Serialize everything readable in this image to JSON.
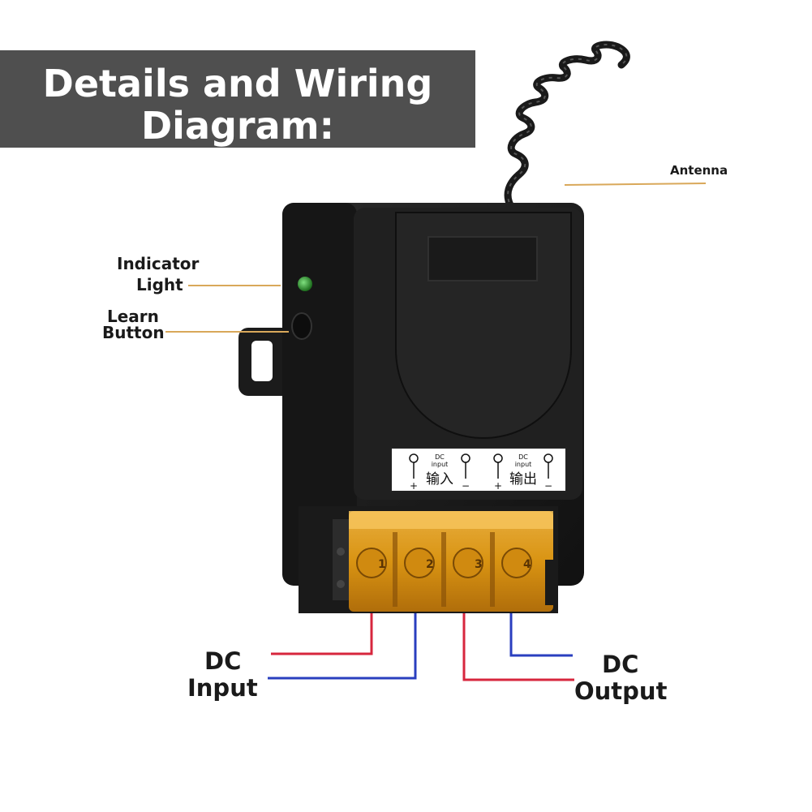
{
  "title": {
    "line1": "Details and Wiring",
    "line2": "Diagram:"
  },
  "callouts": {
    "antenna": "Antenna",
    "indicator_line1": "Indicator",
    "indicator_line2": "Light",
    "learn_line1": "Learn",
    "learn_line2": "Button",
    "dc_input_line1": "DC",
    "dc_input_line2": "Input",
    "dc_output_line1": "DC",
    "dc_output_line2": "Output"
  },
  "label_plate": {
    "input_small": "DC",
    "input_small2": "input",
    "input_cn": "输入",
    "output_small": "DC",
    "output_small2": "input",
    "output_cn": "输出",
    "plus": "+",
    "minus": "−"
  },
  "terminals": [
    "1",
    "2",
    "3",
    "4"
  ],
  "colors": {
    "banner": "#4f4f4f",
    "device_body": "#1c1c1c",
    "terminal_cover": "#e8a317",
    "leader_line": "#d9a85a",
    "wire_positive": "#d7263d",
    "wire_negative": "#2a3fbf"
  }
}
